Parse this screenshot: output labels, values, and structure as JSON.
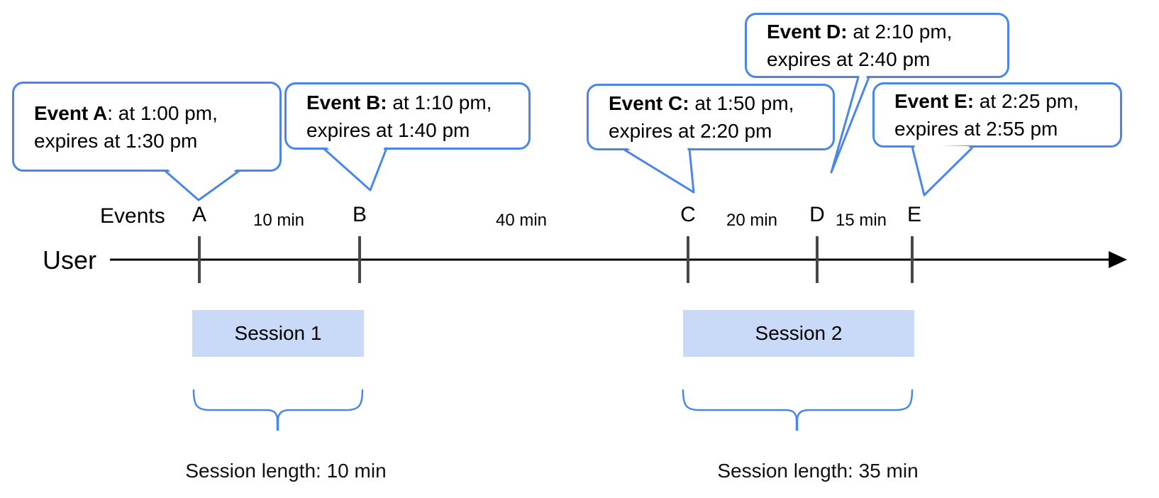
{
  "diagram": {
    "user_label": "User",
    "events_axis_label": "Events"
  },
  "bubbles": [
    {
      "bold": "Event A",
      "rest": ": at 1:00 pm,",
      "line2": "expires at 1:30 pm"
    },
    {
      "bold": "Event B:",
      "rest": " at 1:10 pm,",
      "line2": "expires at 1:40 pm"
    },
    {
      "bold": "Event C:",
      "rest": " at 1:50 pm,",
      "line2": "expires at 2:20 pm"
    },
    {
      "bold": "Event D:",
      "rest": " at 2:10 pm,",
      "line2": "expires at 2:40 pm"
    },
    {
      "bold": "Event E:",
      "rest": " at 2:25 pm,",
      "line2": "expires at 2:55 pm"
    }
  ],
  "event_marks": [
    {
      "label": "A"
    },
    {
      "label": "B"
    },
    {
      "label": "C"
    },
    {
      "label": "D"
    },
    {
      "label": "E"
    }
  ],
  "intervals": [
    {
      "label": "10 min"
    },
    {
      "label": "40 min"
    },
    {
      "label": "20 min"
    },
    {
      "label": "15 min"
    }
  ],
  "sessions": [
    {
      "label": "Session 1",
      "length_label": "Session length: 10 min"
    },
    {
      "label": "Session 2",
      "length_label": "Session length: 35 min"
    }
  ],
  "colors": {
    "bubble_border": "#4a86e8",
    "session_fill": "#c9daf8",
    "brace": "#4a86e8",
    "tick": "#474747",
    "axis": "#000000"
  }
}
